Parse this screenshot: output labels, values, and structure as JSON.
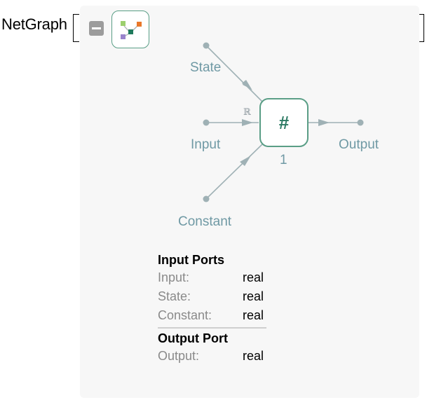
{
  "expression": {
    "function_name": "NetGraph"
  },
  "graph": {
    "ports": {
      "state": "State",
      "input": "Input",
      "constant": "Constant",
      "output": "Output"
    },
    "input_type_symbol": "ℝ",
    "layer": {
      "symbol": "#",
      "number": "1"
    }
  },
  "ports_table": {
    "input_heading": "Input Ports",
    "inputs": [
      {
        "name": "Input:",
        "type": "real"
      },
      {
        "name": "State:",
        "type": "real"
      },
      {
        "name": "Constant:",
        "type": "real"
      }
    ],
    "output_heading": "Output Port",
    "outputs": [
      {
        "name": "Output:",
        "type": "real"
      }
    ]
  },
  "icons": {
    "collapse": "minus-square-icon",
    "graph": "netgraph-icon"
  },
  "colors": {
    "accent": "#5a9e86",
    "layer_text": "#2c7a63",
    "port_label": "#6f99a4",
    "edge": "#9fb1b5",
    "panel_bg": "#f7f7f7",
    "icon_green": "#9ccf6e",
    "icon_orange": "#e9782a",
    "icon_purple": "#9a84cc",
    "icon_teal": "#1f7a5c"
  }
}
